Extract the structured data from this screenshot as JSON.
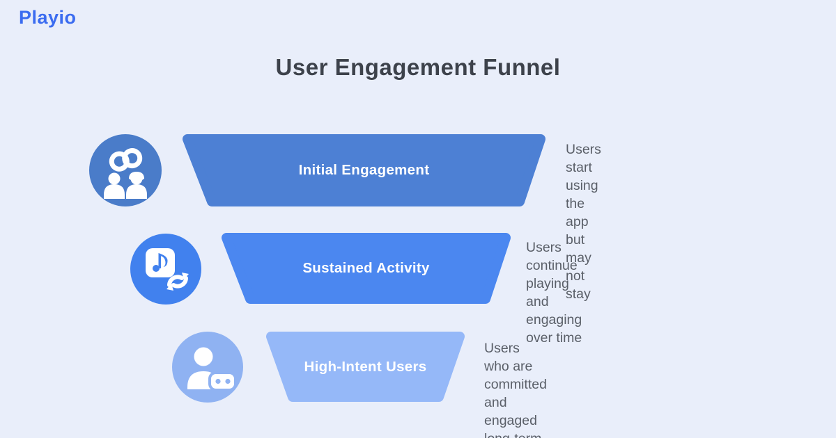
{
  "page": {
    "background_color": "#e9eefa"
  },
  "logo": {
    "text": "Playio",
    "color": "#3b6cf0"
  },
  "title": "User Engagement Funnel",
  "title_color": "#3d424b",
  "description_text_color": "#5a5f68",
  "funnel": {
    "stages": [
      {
        "label": "Initial Engagement",
        "lines": [
          "Users start using the",
          "app but may not stay"
        ],
        "color": "#4d80d4",
        "icon_color": "#4a7cc9",
        "icon": "users-link-icon"
      },
      {
        "label": "Sustained Activity",
        "lines": [
          "Users continue playing",
          "and engaging over time"
        ],
        "color": "#4b87f0",
        "icon_color": "#4181ee",
        "icon": "music-sync-icon"
      },
      {
        "label": "High-Intent Users",
        "lines": [
          "Users who are",
          "committed and engaged",
          "long-term"
        ],
        "color": "#95b8f8",
        "icon_color": "#8fb2f2",
        "icon": "user-gamepad-icon"
      }
    ]
  }
}
